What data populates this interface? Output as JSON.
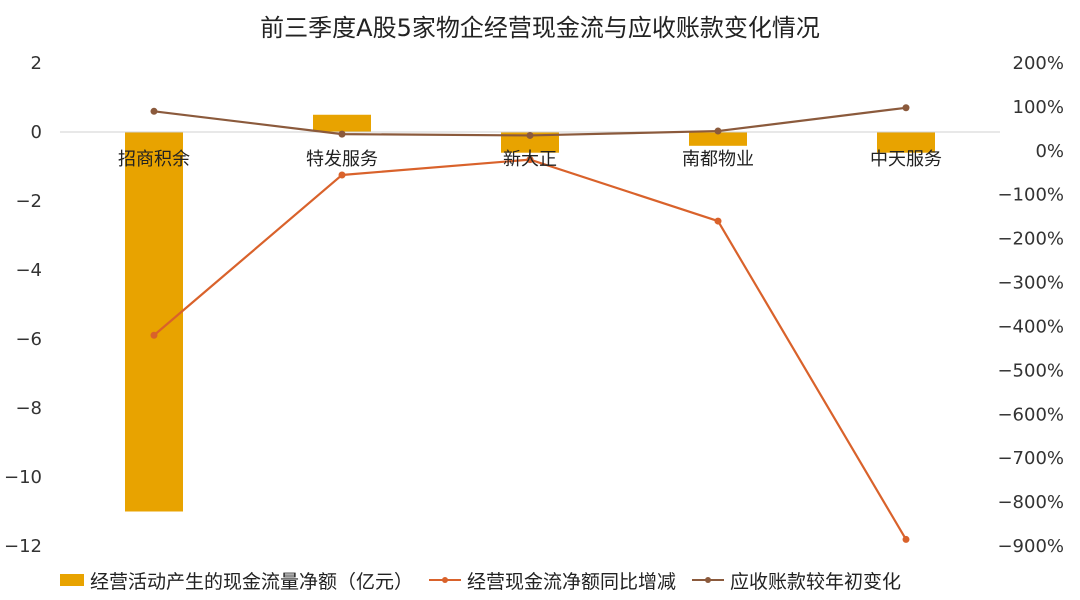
{
  "chart_data": {
    "type": "bar",
    "title": "前三季度A股5家物企经营现金流与应收账款变化情况",
    "categories": [
      "招商积余",
      "特发服务",
      "新大正",
      "南都物业",
      "中天服务"
    ],
    "series": [
      {
        "name": "经营活动产生的现金流量净额（亿元）",
        "type": "bar",
        "axis": "left",
        "values": [
          -11.0,
          0.5,
          -0.6,
          -0.4,
          -0.6
        ]
      },
      {
        "name": "经营现金流净额同比增减",
        "type": "line",
        "axis": "right",
        "values": [
          -420,
          -55,
          -20,
          -160,
          -885
        ]
      },
      {
        "name": "应收账款较年初变化",
        "type": "line",
        "axis": "right",
        "values": [
          90,
          38,
          35,
          45,
          98
        ]
      }
    ],
    "y_left": {
      "ylim": [
        -12,
        2
      ],
      "ticks": [
        "2",
        "0",
        "−2",
        "−4",
        "−6",
        "−8",
        "−10",
        "−12"
      ]
    },
    "y_right": {
      "ylim": [
        -900,
        200
      ],
      "ticks": [
        "200%",
        "100%",
        "0%",
        "−100%",
        "−200%",
        "−300%",
        "−400%",
        "−500%",
        "−600%",
        "−700%",
        "−800%",
        "−900%"
      ]
    },
    "legend_position": "bottom",
    "grid": false
  },
  "colors": {
    "bar": "#E8A300",
    "line_cashflow": "#D9622B",
    "line_receivable": "#8B5A3C"
  }
}
